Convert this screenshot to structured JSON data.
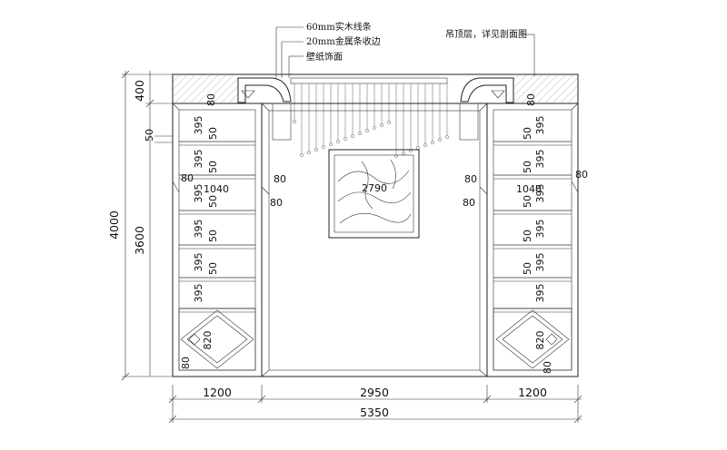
{
  "annotations": {
    "solid_wood_strip": "60mm实木线条",
    "metal_trim": "20mm金属条收边",
    "wallpaper": "壁纸饰面",
    "ceiling": "吊顶层，详见剖面图"
  },
  "dimensions": {
    "total_height": "4000",
    "ceiling_height": "400",
    "wall_height": "3600",
    "left_width": "1200",
    "center_width": "2950",
    "right_width": "1200",
    "total_width": "5350",
    "side_shelf_gap": "50",
    "frame_80": "80",
    "shelf_395": "395",
    "shelf_50": "50",
    "cabinet_1040": "1040",
    "picture_2790": "2790",
    "cabinet_820": "820"
  },
  "colors": {
    "line": "#222222",
    "hatch": "#888888",
    "dots": "#9a9a9a"
  }
}
